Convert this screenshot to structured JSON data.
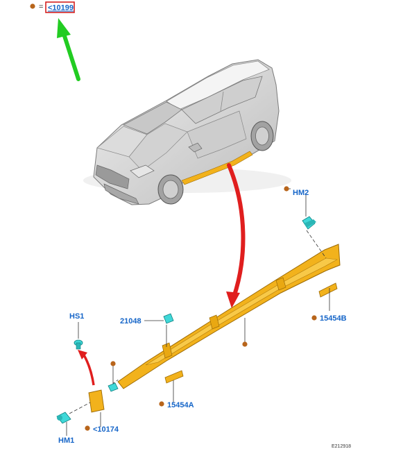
{
  "legend": {
    "equals": "=",
    "code": "<10199",
    "dot_color": "#b8651b",
    "box_color": "#d42020"
  },
  "callouts": {
    "hm2": "HM2",
    "hs1": "HS1",
    "p21048": "21048",
    "p15454b": "15454B",
    "p15454a": "15454A",
    "p10174": "<10174",
    "hm1": "HM1"
  },
  "reference": "E212918",
  "colors": {
    "label_blue": "#1565c8",
    "marker_brown": "#b8651b",
    "part_yellow": "#f2b21c",
    "part_edge": "#9c6a05",
    "fastener_cyan": "#3fd8d8",
    "arrow_red": "#e01e1e",
    "arrow_green": "#22cc22",
    "car_body": "#d9d9d9"
  },
  "icons": [
    "hm2-clip-icon",
    "hs1-screw-icon",
    "21048-clip-icon",
    "hm1-clip-icon",
    "car-icon"
  ]
}
